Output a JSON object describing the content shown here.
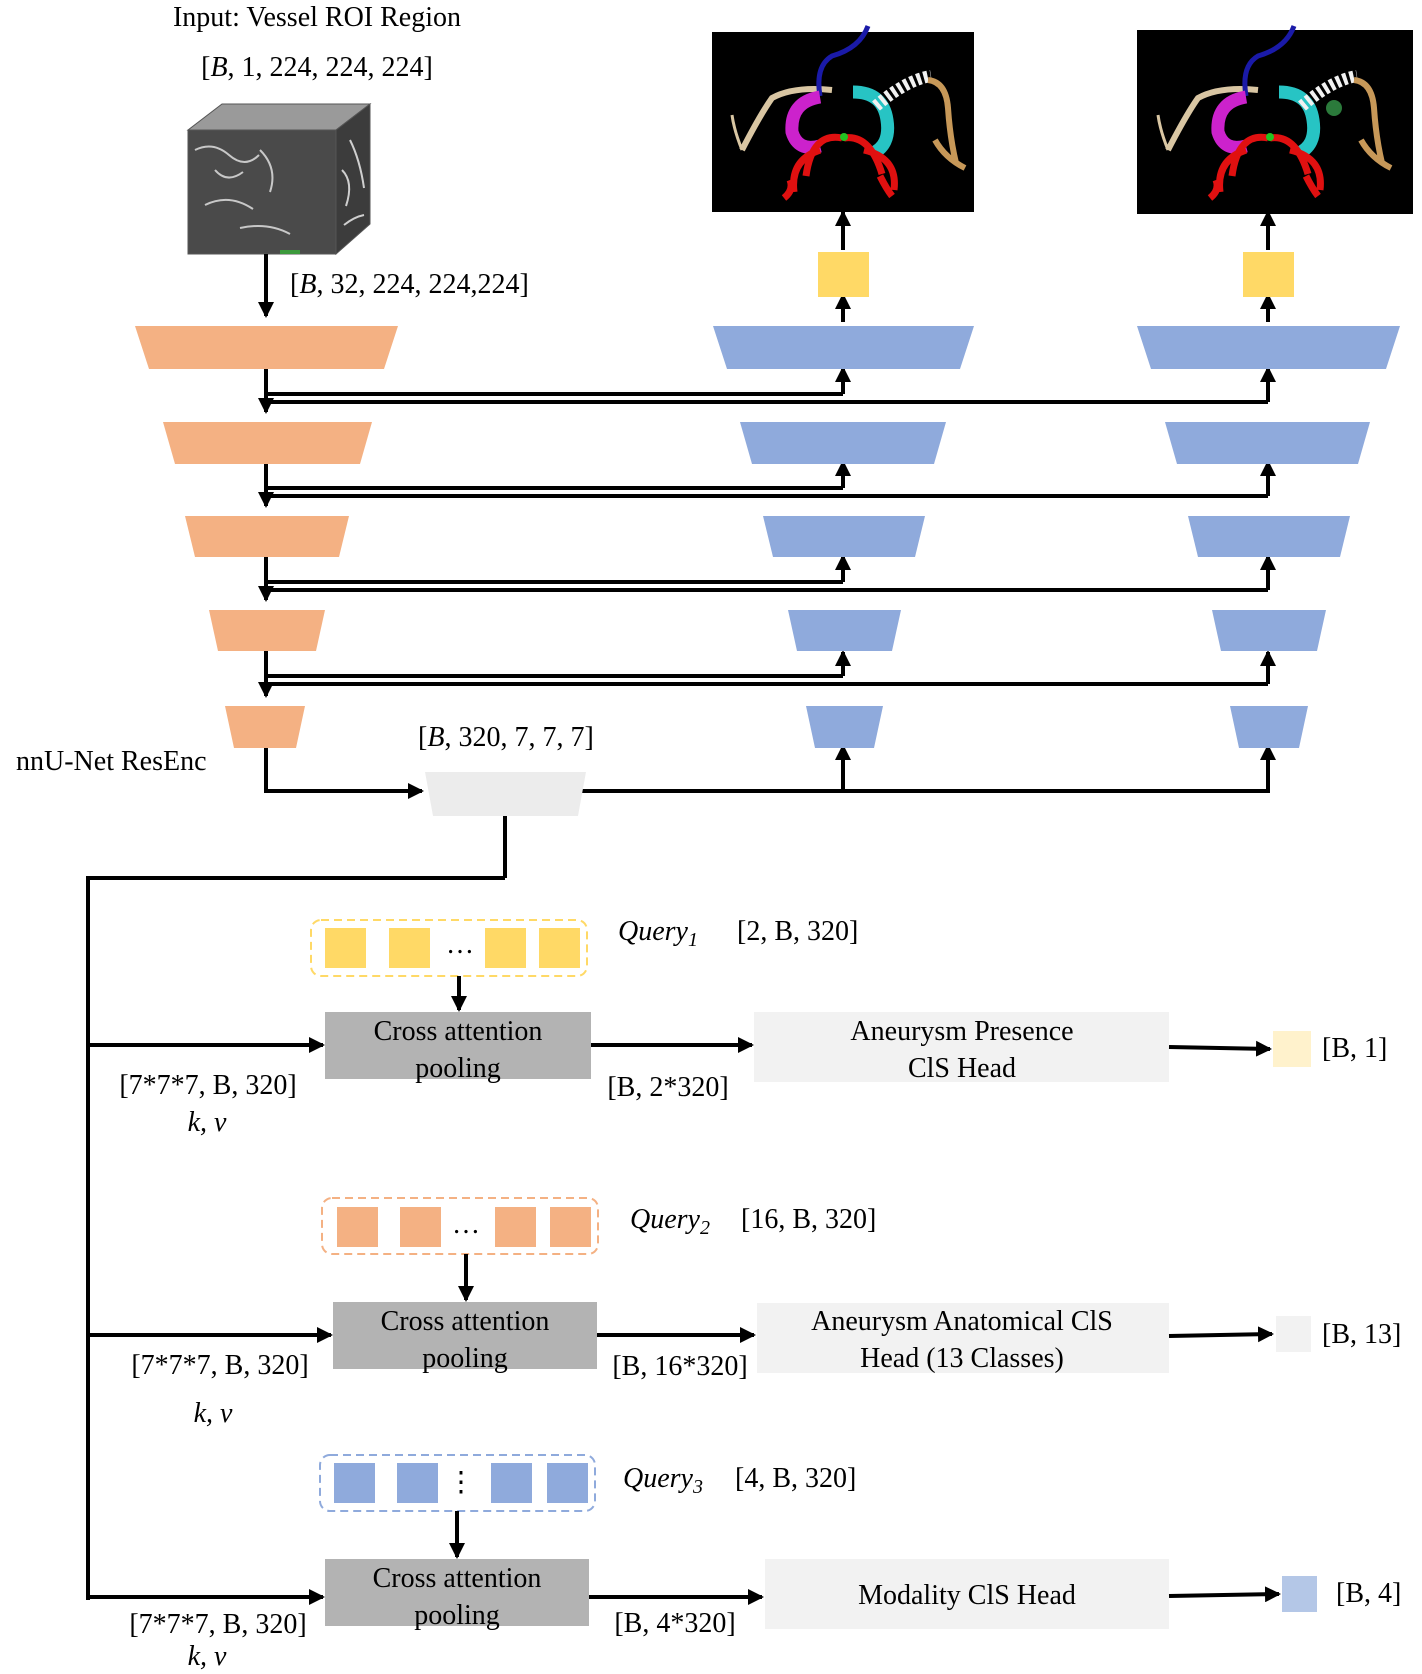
{
  "input": {
    "title": "Input: Vessel ROI Region",
    "shape_pre": "[",
    "shape_b": "B",
    "shape_post": ",  1, 224, 224, 224]",
    "stem_pre": "[",
    "stem_b": "B",
    "stem_post": ", 32, 224, 224,224]"
  },
  "encoder": {
    "name": "nnU-Net ResEnc",
    "bottleneck_pre": "[",
    "bottleneck_b": "B",
    "bottleneck_post": ", 320, 7, 7, 7]"
  },
  "colors": {
    "encoder": "#f4b183",
    "decoder": "#8faadc",
    "bottleneck": "#ececec",
    "output_head": "#ffd966",
    "attention": "#b3b3b3",
    "cls_head": "#f2f2f2",
    "query1": "#ffd966",
    "query2": "#f4b183",
    "query3": "#8faadc",
    "out1": "#fff2cc",
    "out2": "#f2f2f2",
    "out3": "#b4c7e7"
  },
  "branches": [
    {
      "query_name": "Query",
      "query_sub": "1",
      "query_shape": "[2, B, 320]",
      "query_dots": "…",
      "attn_line1": "Cross attention",
      "attn_line2": "pooling",
      "kv_shape": "[7*7*7, B, 320]",
      "kv_label": "k, v",
      "pooled_shape": "[B, 2*320]",
      "head_line1": "Aneurysm Presence",
      "head_line2": "ClS Head",
      "out_shape": "[B, 1]"
    },
    {
      "query_name": "Query",
      "query_sub": "2",
      "query_shape": "[16, B, 320]",
      "query_dots": "…",
      "attn_line1": "Cross attention",
      "attn_line2": "pooling",
      "kv_shape": "[7*7*7, B, 320]",
      "kv_label": "k, v",
      "pooled_shape": "[B, 16*320]",
      "head_line1": "Aneurysm Anatomical ClS",
      "head_line2": "Head (13 Classes)",
      "out_shape": "[B, 13]"
    },
    {
      "query_name": "Query",
      "query_sub": "3",
      "query_shape": "[4, B, 320]",
      "query_dots": "⋮",
      "attn_line1": "Cross attention",
      "attn_line2": "pooling",
      "kv_shape": "[7*7*7, B, 320]",
      "kv_label": "k, v",
      "pooled_shape": "[B, 4*320]",
      "head_line1": "Modality ClS Head",
      "head_line2": "",
      "out_shape": "[B, 4]"
    }
  ]
}
